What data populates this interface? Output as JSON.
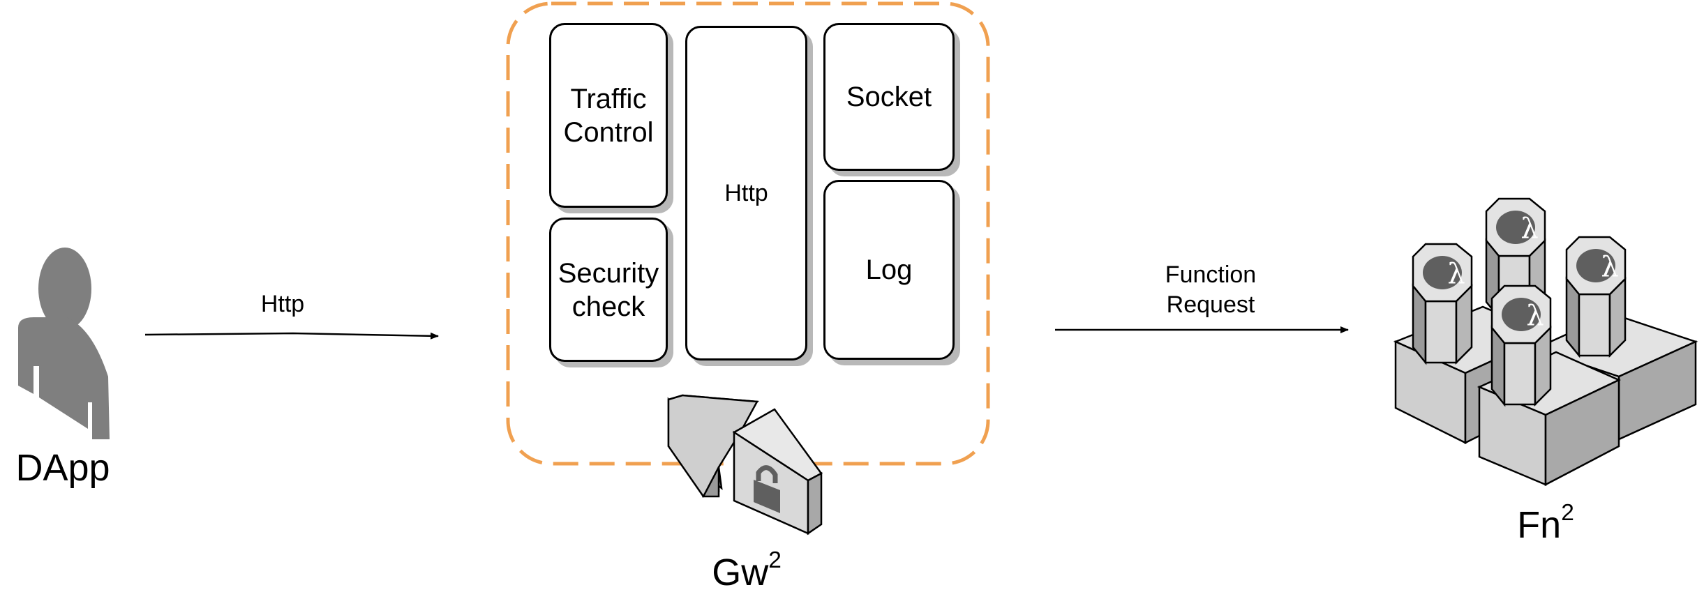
{
  "actors": {
    "dapp": {
      "label": "DApp"
    }
  },
  "edges": {
    "dapp_to_gateway": {
      "label": "Http"
    },
    "gateway_to_functions": {
      "label": "Function\nRequest"
    }
  },
  "gateway": {
    "label_base": "Gw",
    "label_sup": "2",
    "border_color": "#F0A050",
    "modules": {
      "traffic_control": "Traffic\nControl",
      "security_check": "Security\ncheck",
      "http": "Http",
      "socket": "Socket",
      "log": "Log"
    }
  },
  "functions": {
    "label_base": "Fn",
    "label_sup": "2",
    "icon_glyph": "λ"
  },
  "colors": {
    "icon_gray": "#7f7f7f",
    "shadow": "#b8b8b8"
  }
}
